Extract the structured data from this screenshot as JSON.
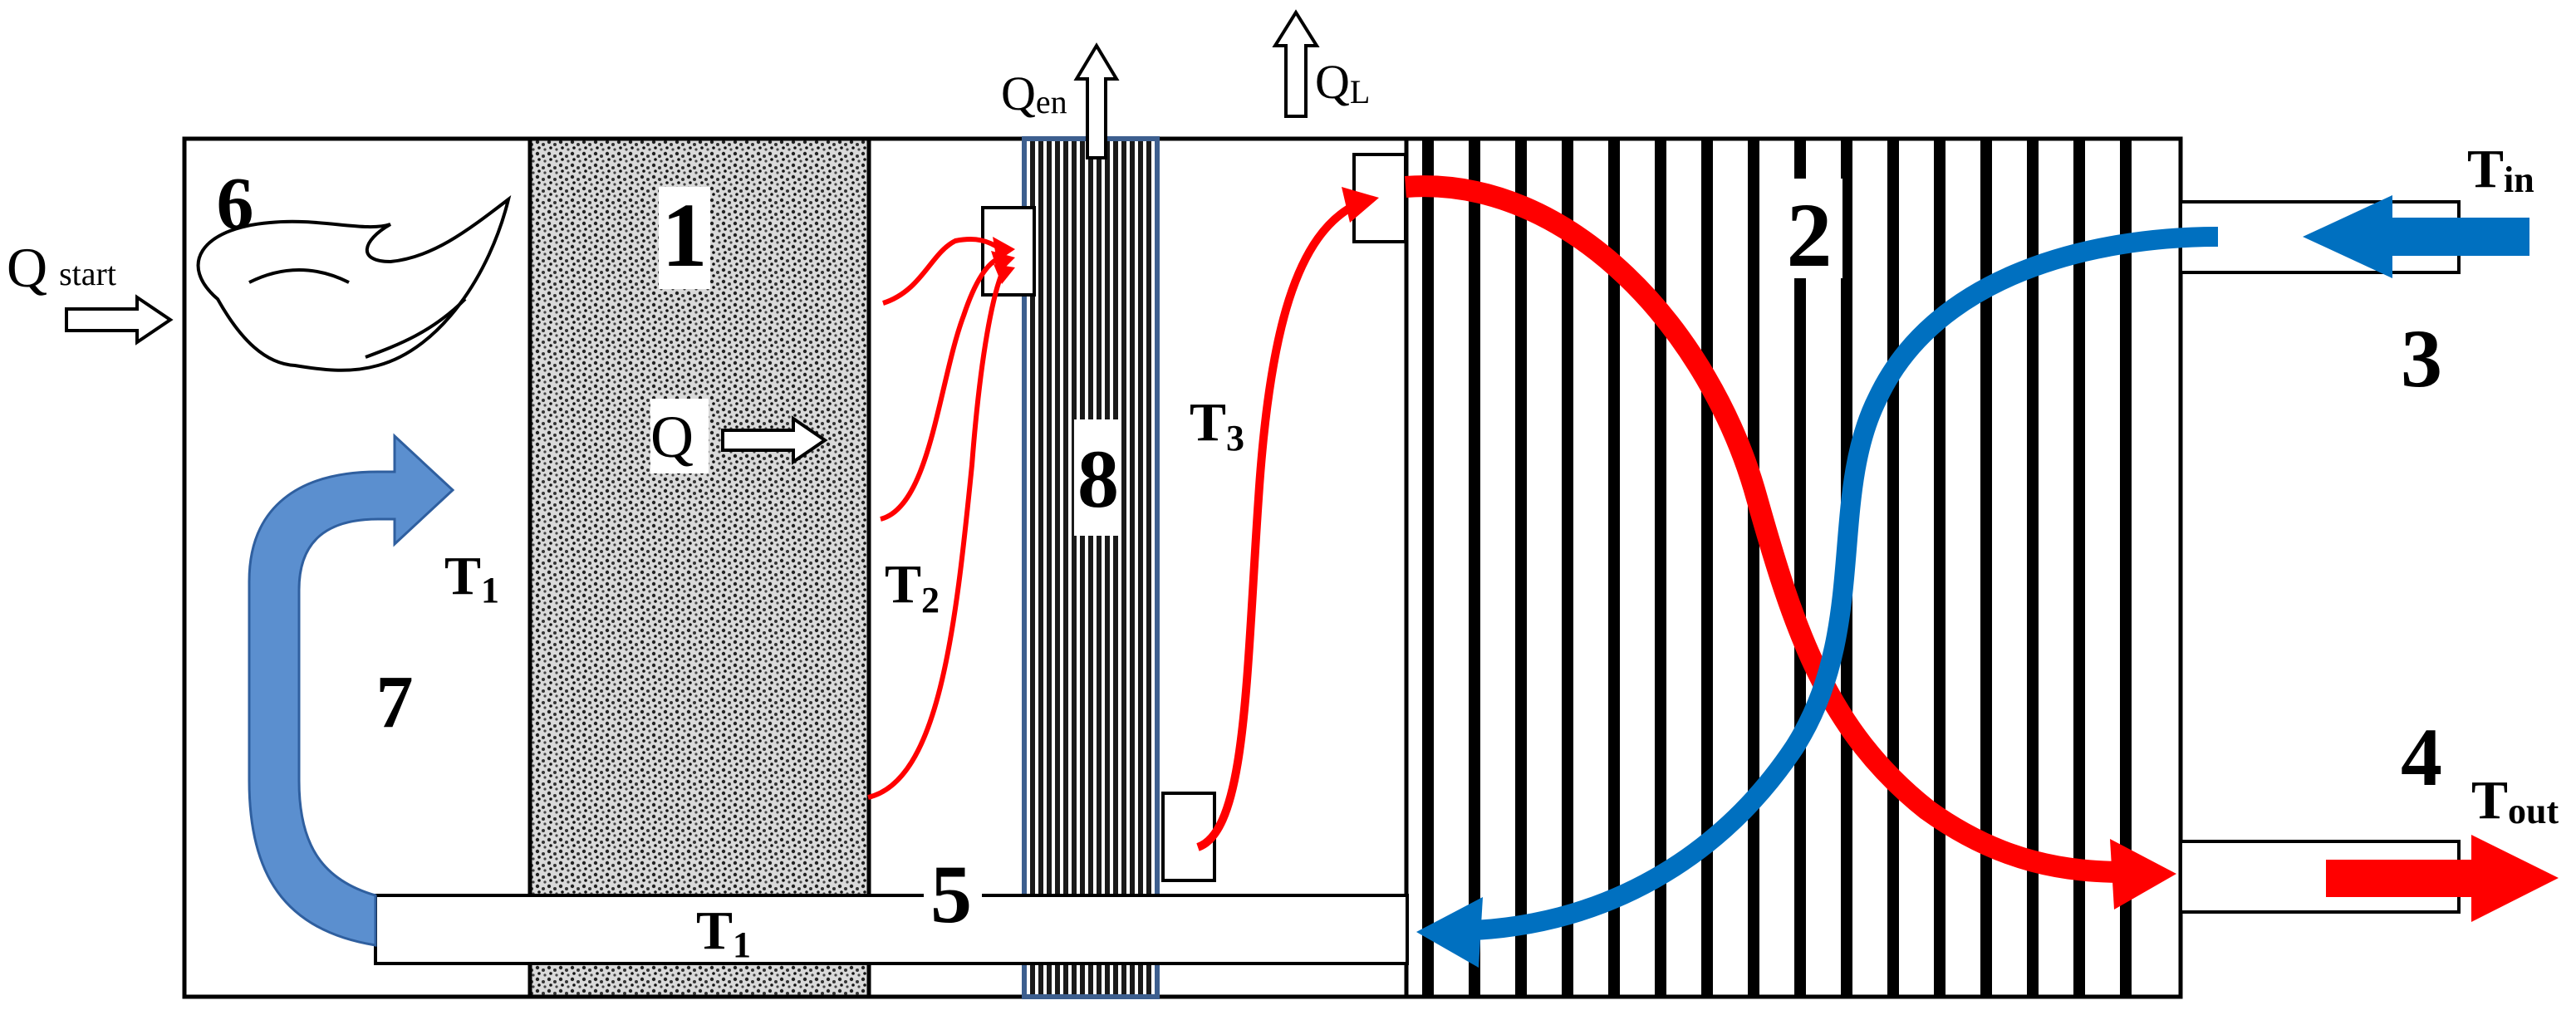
{
  "labels": {
    "n1": "1",
    "n2": "2",
    "n3": "3",
    "n4": "4",
    "n5": "5",
    "n6": "6",
    "n7": "7",
    "n8": "8",
    "q_start_main": "Q",
    "q_start_sub": "start",
    "q_main": "Q",
    "q_en_main": "Q",
    "q_en_sub": "en",
    "q_l_main": "Q",
    "q_l_sub": "L",
    "t1_upper_main": "T",
    "t1_upper_sub": "1",
    "t1_lower_main": "T",
    "t1_lower_sub": "1",
    "t2_main": "T",
    "t2_sub": "2",
    "t3_main": "T",
    "t3_sub": "3",
    "t_in_main": "T",
    "t_in_sub": "in",
    "t_out_main": "T",
    "t_out_sub": "out"
  },
  "colors": {
    "hot_flow": "#ff0000",
    "cold_flow": "#0070c0",
    "recirculation": "#5b8fcf",
    "recirculation_outline": "#2f5f9f",
    "membrane_fill": "#3d5f8f",
    "outline": "#000000"
  }
}
